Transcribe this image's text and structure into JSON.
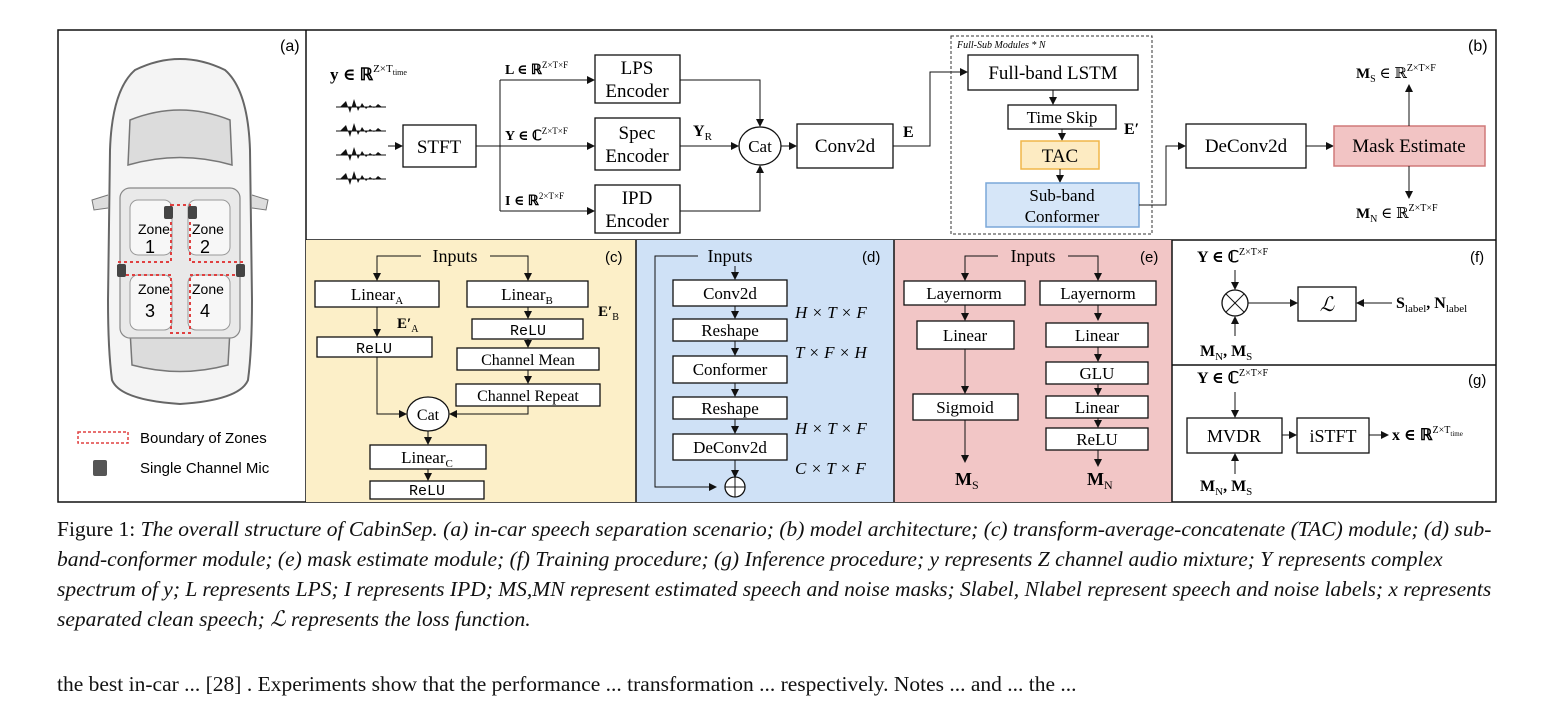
{
  "panels": {
    "a": {
      "tag": "(a)",
      "zones": [
        "Zone",
        "1",
        "Zone",
        "2",
        "Zone",
        "3",
        "Zone",
        "4"
      ],
      "legend_boundary": "Boundary of Zones",
      "legend_mic": "Single Channel Mic"
    },
    "b": {
      "tag": "(b)",
      "y_input": "y ∈ ℝ",
      "y_input_sup": "Z×T",
      "y_input_sub": "time",
      "stft": "STFT",
      "L_in": "L ∈ ℝ",
      "L_sup": "Z×T×F",
      "Y_in": "Y ∈ ℂ",
      "Y_sup": "Z×T×F",
      "I_in": "I ∈ ℝ",
      "I_sup": "2×T×F",
      "lps_1": "LPS",
      "lps_2": "Encoder",
      "spec_1": "Spec",
      "spec_2": "Encoder",
      "ipd_1": "IPD",
      "ipd_2": "Encoder",
      "YR": "Y",
      "YR_sub": "R",
      "cat": "Cat",
      "conv2d": "Conv2d",
      "E": "E",
      "fullsub": "Full-Sub Modules * N",
      "fullband": "Full-band LSTM",
      "timeskip": "Time Skip",
      "E_prime": "E′",
      "tac": "TAC",
      "subband_1": "Sub-band",
      "subband_2": "Conformer",
      "deconv": "DeConv2d",
      "mask": "Mask Estimate",
      "Ms_out": "M",
      "Ms_sub": "S",
      "Ms_rest": " ∈ ℝ",
      "Ms_sup": "Z×T×F",
      "Mn_out": "M",
      "Mn_sub": "N",
      "Mn_rest": " ∈ ℝ",
      "Mn_sup": "Z×T×F"
    },
    "c": {
      "tag": "(c)",
      "inputs": "Inputs",
      "linA": "Linear",
      "linA_sub": "A",
      "linB": "Linear",
      "linB_sub": "B",
      "EA": "E′",
      "EA_sub": "A",
      "EB": "E′",
      "EB_sub": "B",
      "relu1": "ReLU",
      "relu2": "ReLU",
      "chmean": "Channel Mean",
      "chrepeat": "Channel Repeat",
      "cat": "Cat",
      "linC": "Linear",
      "linC_sub": "C",
      "relu3": "ReLU"
    },
    "d": {
      "tag": "(d)",
      "inputs": "Inputs",
      "conv2d": "Conv2d",
      "reshape1": "Reshape",
      "conformer": "Conformer",
      "reshape2": "Reshape",
      "deconv": "DeConv2d",
      "dim1": "H × T × F",
      "dim2": "T × F × H",
      "dim3": "H × T × F",
      "dim4": "C × T × F"
    },
    "e": {
      "tag": "(e)",
      "inputs": "Inputs",
      "ln1": "Layernorm",
      "ln2": "Layernorm",
      "lin1": "Linear",
      "lin2": "Linear",
      "glu": "GLU",
      "lin3": "Linear",
      "sigmoid": "Sigmoid",
      "relu": "ReLU",
      "Ms": "M",
      "Ms_sub": "S",
      "Mn": "M",
      "Mn_sub": "N"
    },
    "f": {
      "tag": "(f)",
      "Y": "Y ∈ ℂ",
      "Y_sup": "Z×T×F",
      "loss": "ℒ",
      "labels": "S",
      "labels_sub": "label",
      "labels_mid": ", N",
      "labels_sub2": "label",
      "masks": "M",
      "masks_sub": "N",
      "masks_mid": ", M",
      "masks_sub2": "S"
    },
    "g": {
      "tag": "(g)",
      "Y": "Y ∈ ℂ",
      "Y_sup": "Z×T×F",
      "mvdr": "MVDR",
      "istft": "iSTFT",
      "x_out": "x ∈ ℝ",
      "x_sup": "Z×T",
      "x_sup_sub": "time",
      "masks": "M",
      "masks_sub": "N",
      "masks_mid": ", M",
      "masks_sub2": "S"
    }
  },
  "colors": {
    "c_bg": "#fcefc8",
    "d_bg": "#cfe1f6",
    "e_bg": "#f2c6c6",
    "tac_fill": "#fdebc2",
    "tac_stroke": "#f0b649",
    "subband_fill": "#d6e6f8",
    "subband_stroke": "#7aa7d8",
    "mask_fill": "#f2c4c4",
    "mask_stroke": "#d07a7a",
    "boundary": "#e04040"
  },
  "caption": {
    "head": "Figure 1: ",
    "body": "The overall structure of CabinSep. (a) in-car speech separation scenario; (b) model architecture; (c) transform-average-concatenate (TAC) module; (d) sub-band-conformer module; (e) mask estimate module; (f) Training procedure; (g) Inference procedure; y represents Z channel audio mixture; Y represents complex spectrum of y; L represents LPS; I represents IPD; MS,MN represent estimated speech and noise masks; Slabel, Nlabel represent speech and noise labels; x represents separated clean speech; ℒ represents the loss function."
  },
  "trailing_text": "the best in-car ... [28] . Experiments show that the performance ... transformation ... respectively. Notes ... and ... the ..."
}
